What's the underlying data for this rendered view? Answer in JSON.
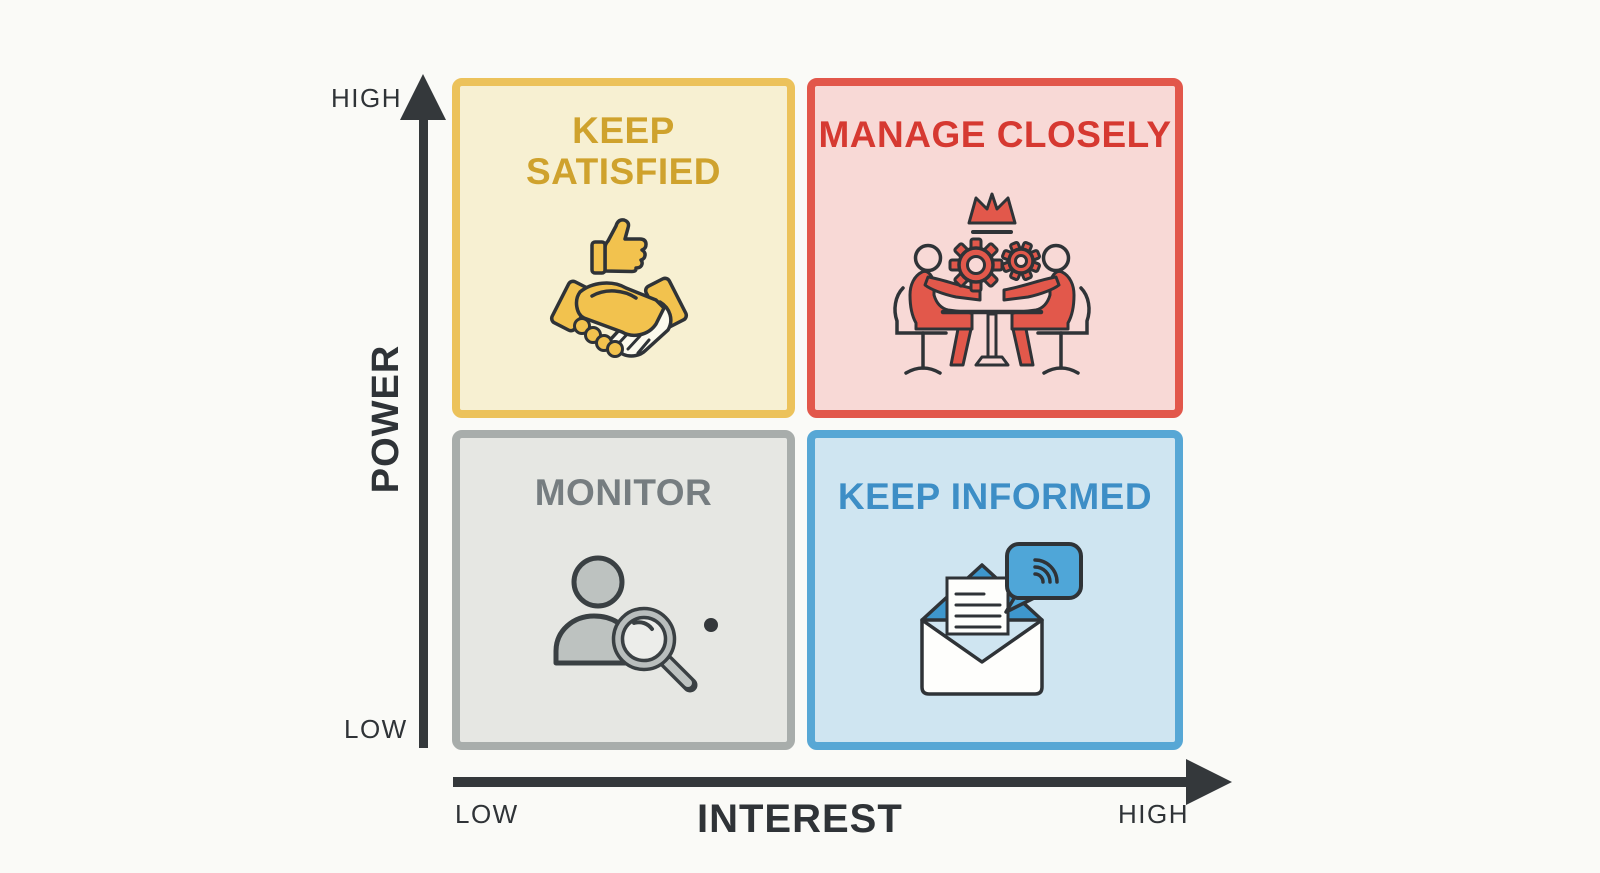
{
  "page": {
    "background_color": "#FAFAF7",
    "description": "Power / Interest stakeholder matrix with four quadrants"
  },
  "matrix": {
    "quadrants": [
      {
        "key": "keep-satisfied",
        "title": "KEEP\nSATISFIED",
        "border_color": "#ECC25B",
        "fill_color": "#F7F0D2",
        "title_color": "#CFA22D",
        "icon": "thumbs-up-handshake-icon",
        "position": "high power / low interest"
      },
      {
        "key": "manage-closely",
        "title": "MANAGE CLOSELY",
        "border_color": "#E2574B",
        "fill_color": "#F8D9D6",
        "title_color": "#D63931",
        "icon": "meeting-crown-gears-icon",
        "position": "high power / high interest"
      },
      {
        "key": "monitor",
        "title": "MONITOR",
        "border_color": "#A8ADAB",
        "fill_color": "#E6E7E3",
        "title_color": "#767D80",
        "icon": "person-magnifier-icon",
        "position": "low power / low interest"
      },
      {
        "key": "keep-informed",
        "title": "KEEP INFORMED",
        "border_color": "#57A7D5",
        "fill_color": "#CFE5F1",
        "title_color": "#3D8EC6",
        "icon": "mail-message-icon",
        "position": "low power / high interest"
      }
    ]
  },
  "axes": {
    "color": "#34383B",
    "text_color": "#2F3337",
    "y_axis": {
      "label": "POWER",
      "top_label": "HIGH",
      "bottom_label": "LOW"
    },
    "x_axis": {
      "label": "INTEREST",
      "left_label": "LOW",
      "right_label": "HIGH"
    }
  }
}
